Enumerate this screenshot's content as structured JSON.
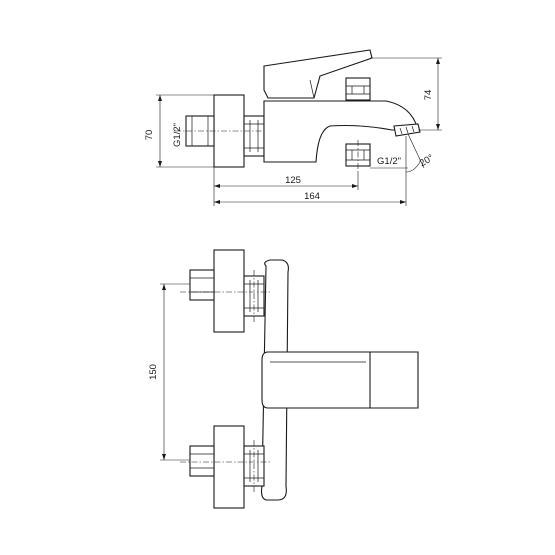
{
  "drawing": {
    "side_view": {
      "dim_height_left": "70",
      "dim_height_right": "74",
      "thread_inlet": "G1/2\"",
      "thread_outlet": "G1/2\"",
      "dim_angle": "20°",
      "dim_depth_spout": "125",
      "dim_depth_total": "164"
    },
    "front_view": {
      "dim_centres": "150"
    }
  }
}
